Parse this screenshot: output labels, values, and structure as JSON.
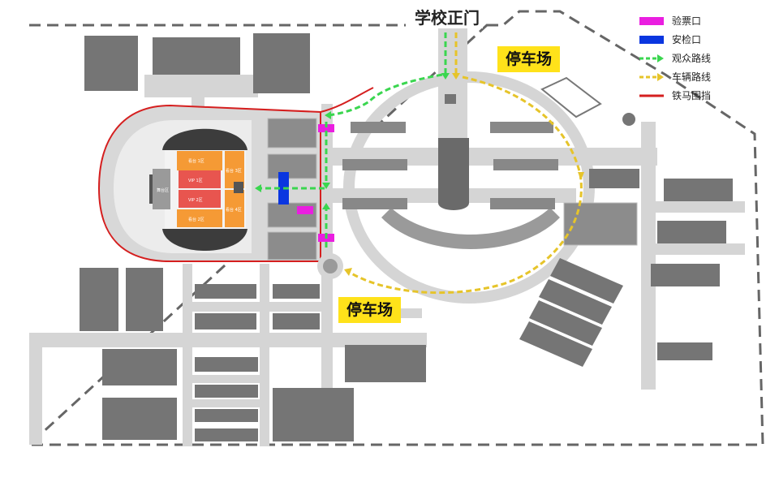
{
  "map": {
    "gate_label": "学校正门",
    "parking_labels": [
      "停车场",
      "停车场"
    ],
    "stage_label": "舞台区",
    "seat_zone_labels": [
      "VIP 1区",
      "VIP 2区",
      "看台 1区",
      "看台 2区",
      "看台 3区",
      "看台 4区"
    ]
  },
  "legend": {
    "items": [
      {
        "label": "验票口",
        "color": "#ea1ee0",
        "kind": "box"
      },
      {
        "label": "安检口",
        "color": "#0a36e0",
        "kind": "box"
      },
      {
        "label": "观众路线",
        "color": "#3ad64f",
        "kind": "arrow"
      },
      {
        "label": "车辆路线",
        "color": "#e6c42a",
        "kind": "arrow"
      },
      {
        "label": "铁马围挡",
        "color": "#d51f1f",
        "kind": "line"
      }
    ]
  },
  "colors": {
    "road": "#d5d5d5",
    "building": "#757575",
    "fence": "#d51f1f",
    "arena": "#3c3c3c",
    "seat_orange": "#f59a35",
    "seat_red": "#e8554f",
    "boundary": "#666666",
    "label_bg": "#ffe21a"
  }
}
